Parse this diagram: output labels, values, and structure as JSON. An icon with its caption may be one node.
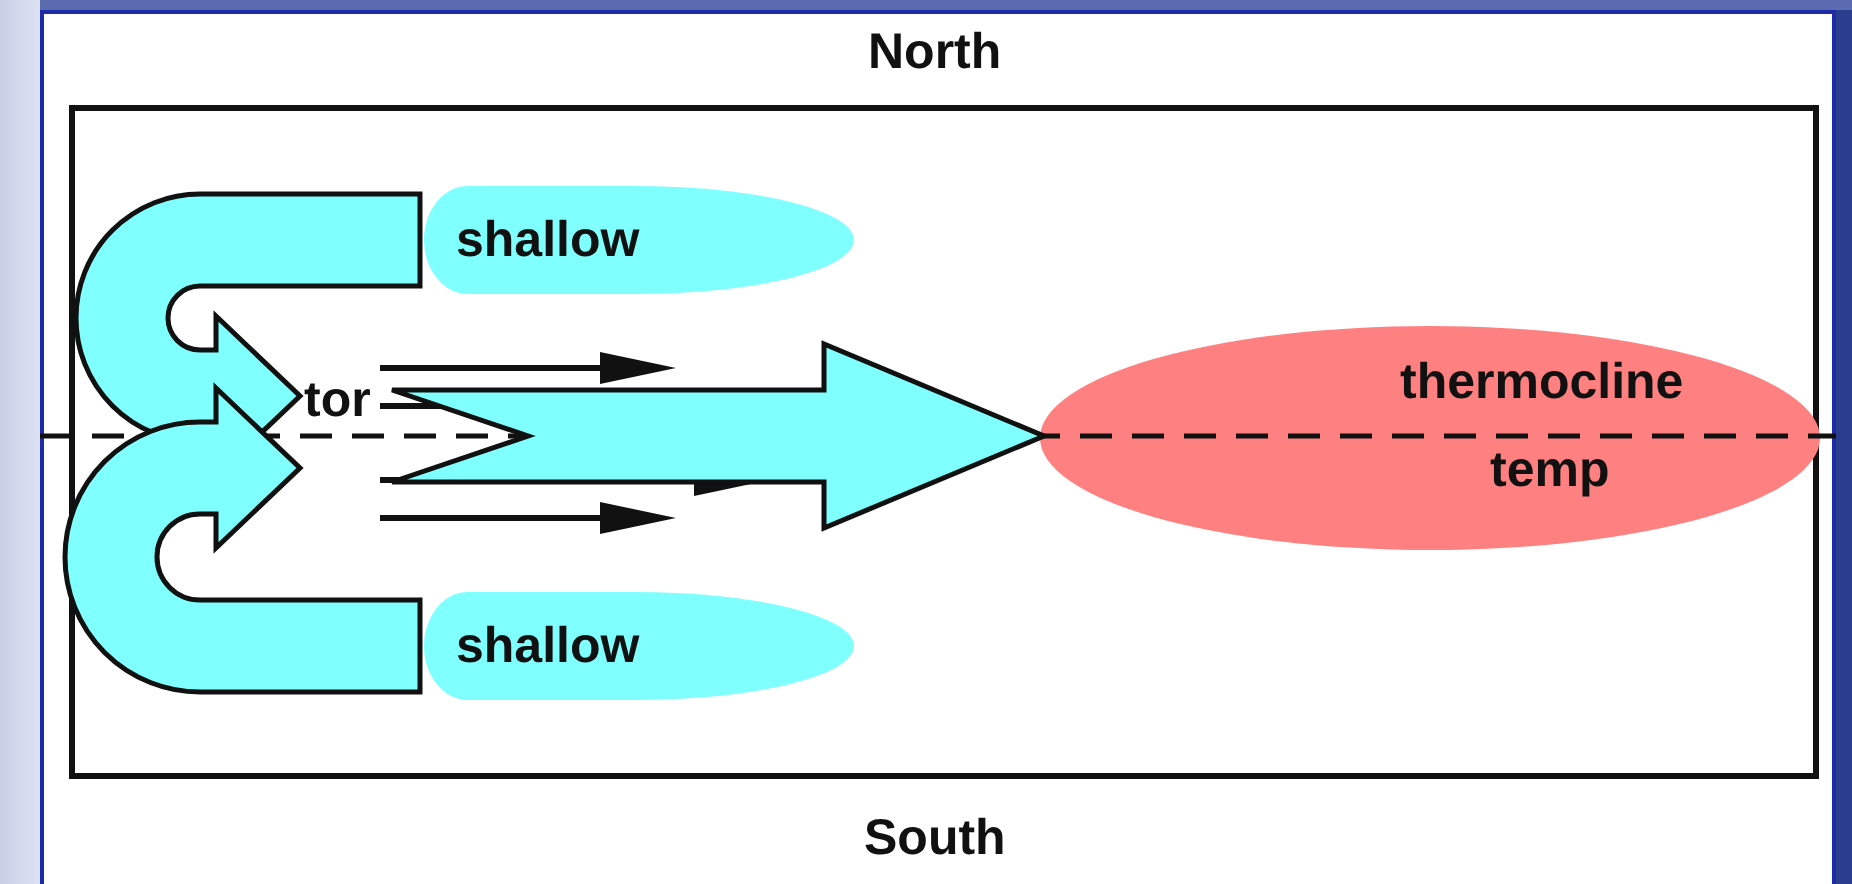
{
  "diagram": {
    "nodes": [
      {
        "text": [
          "shallow"
        ]
      },
      {
        "text": [
          "tor"
        ]
      },
      {
        "text": [
          "thermocline",
          "temp"
        ]
      },
      {
        "text": [
          "shallow"
        ]
      }
    ],
    "edges": [
      {
        "from": 0,
        "to": 1,
        "arrow": "to",
        "style": "thick"
      },
      {
        "from": 3,
        "to": 1,
        "arrow": "to",
        "style": "thick"
      },
      {
        "from": 1,
        "to": 2,
        "arrow": "to",
        "style": "thick"
      }
    ],
    "labels": [
      "North",
      "South"
    ]
  }
}
